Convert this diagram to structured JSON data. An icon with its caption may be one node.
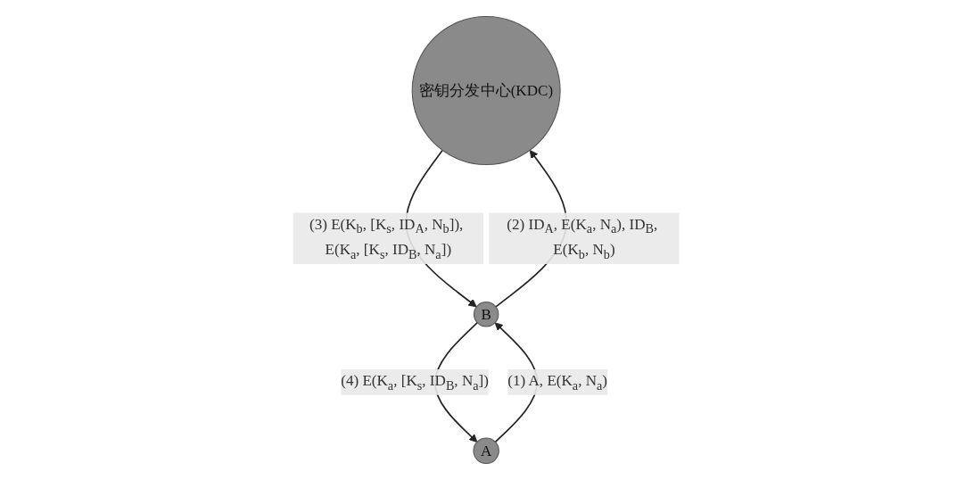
{
  "diagram": {
    "nodes": [
      {
        "text": [
          "密钥分发中心(KDC)"
        ]
      },
      {
        "text": [
          "B"
        ]
      },
      {
        "text": [
          "A"
        ]
      }
    ],
    "edges": [
      {
        "from": 2,
        "to": 1,
        "arrow": "to",
        "label": "(1) A, E(K$_{a}$, N$_{a}$)"
      },
      {
        "from": 1,
        "to": 0,
        "arrow": "to",
        "label": "(2) ID$_{A}$, E(K$_{a}$, N$_{a}$), ID$_{B}$, E(K$_{b}$, N$_{b}$)"
      },
      {
        "from": 0,
        "to": 1,
        "arrow": "to",
        "label": "(3) E(K$_{b}$, [K$_{s}$, ID$_{A}$, N$_{b}$]), E(K$_{a}$, [K$_{s}$, ID$_{B}$, N$_{a}$])"
      },
      {
        "from": 1,
        "to": 2,
        "arrow": "to",
        "label": "(4) E(K$_{a}$, [K$_{s}$, ID$_{B}$, N$_{a}$])"
      }
    ]
  }
}
